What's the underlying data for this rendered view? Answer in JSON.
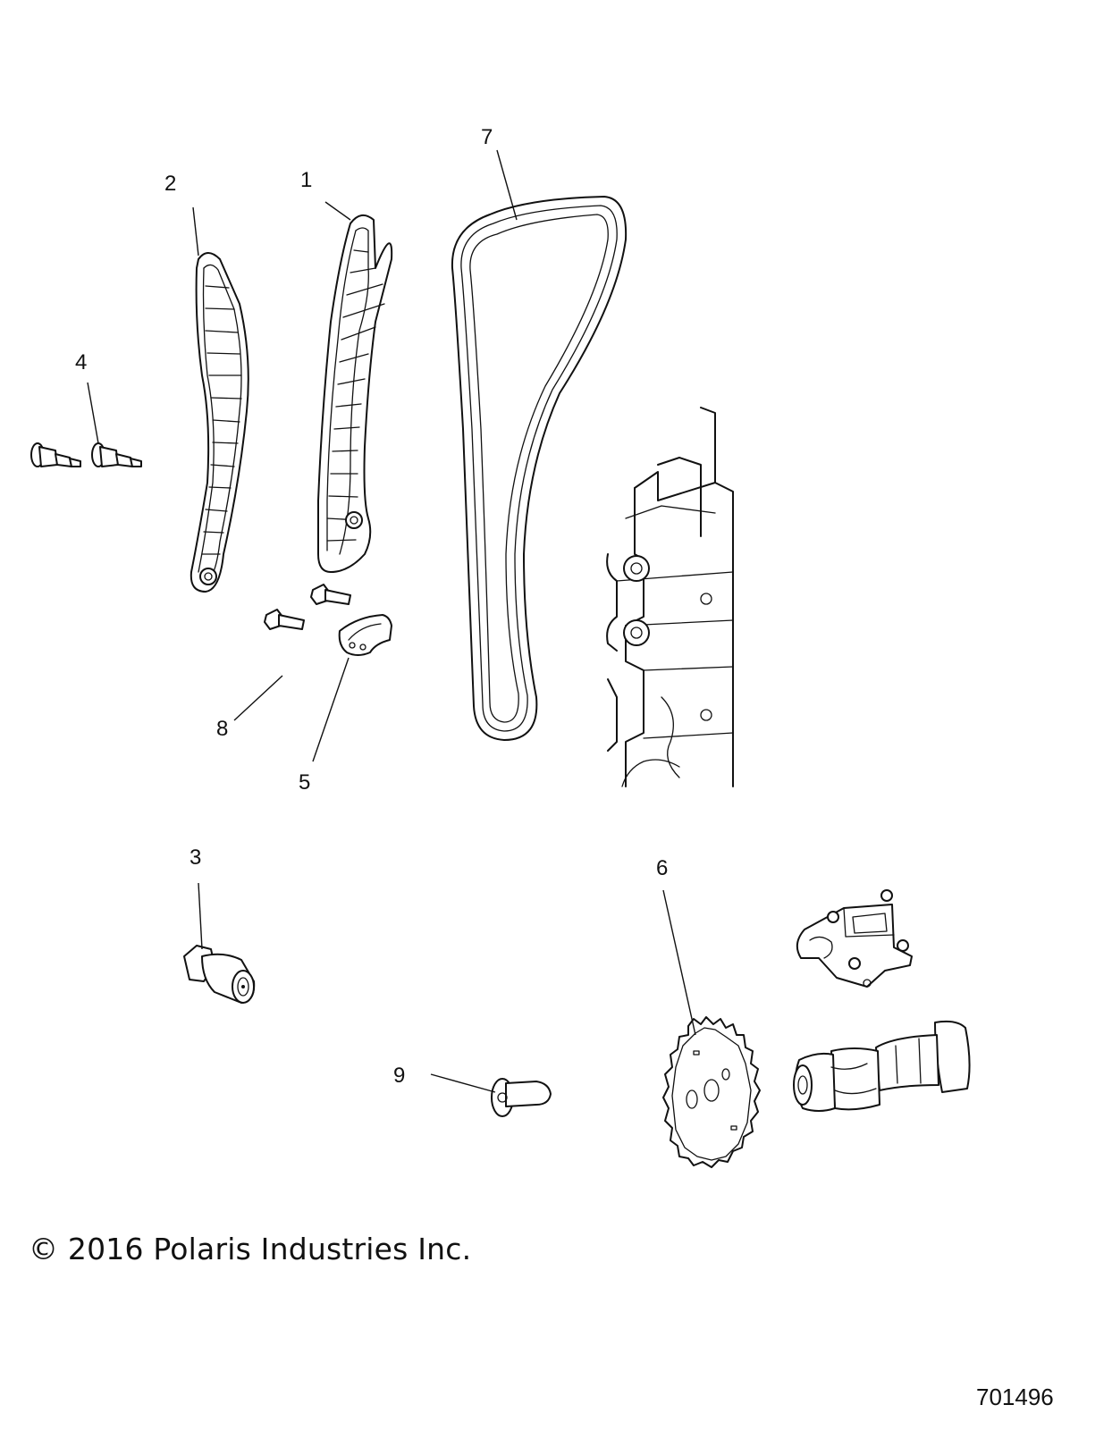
{
  "callouts": [
    {
      "id": "1",
      "label": "1"
    },
    {
      "id": "2",
      "label": "2"
    },
    {
      "id": "3",
      "label": "3"
    },
    {
      "id": "4",
      "label": "4"
    },
    {
      "id": "5",
      "label": "5"
    },
    {
      "id": "6",
      "label": "6"
    },
    {
      "id": "7",
      "label": "7"
    },
    {
      "id": "8",
      "label": "8"
    },
    {
      "id": "9",
      "label": "9"
    }
  ],
  "footer": {
    "copyright": "© 2016 Polaris Industries Inc.",
    "drawing_number": "701496"
  }
}
